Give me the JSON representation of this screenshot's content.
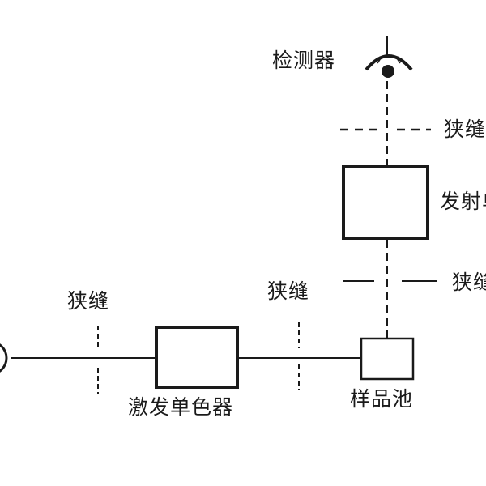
{
  "labels": {
    "detector": "检测器",
    "slit_top": "狭缝",
    "emission_monochromator": "发射单色器",
    "slit_mid": "狭缝",
    "slit_left": "狭缝",
    "slit_center": "狭缝",
    "excitation_monochromator": "激发单色器",
    "sample_cell": "样品池"
  },
  "colors": {
    "ink": "#1a1a1a",
    "background": "#ffffff"
  },
  "icons": {
    "detector": "eye-icon",
    "light_source": "light-source-icon"
  }
}
